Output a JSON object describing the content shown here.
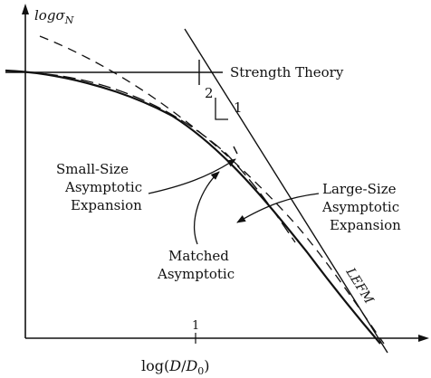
{
  "axes": {
    "y_label_main": "log",
    "y_label_sigma": "σ",
    "y_label_sub": "N",
    "x_label_open": "log(",
    "x_label_D": "D",
    "x_label_slash": "/",
    "x_label_D0": "D",
    "x_label_sub0": "0",
    "x_label_close": ")",
    "x_tick": "1"
  },
  "labels": {
    "strength_theory": "Strength Theory",
    "slope_rise": "2",
    "slope_run": "1",
    "small_size": [
      "Small-Size",
      "Asymptotic",
      "Expansion"
    ],
    "large_size": [
      "Large-Size",
      "Asymptotic",
      "Expansion"
    ],
    "matched": [
      "Matched",
      "Asymptotic"
    ],
    "lefm": "LEFM"
  },
  "colors": {
    "ink": "#111111",
    "background": "#ffffff"
  }
}
